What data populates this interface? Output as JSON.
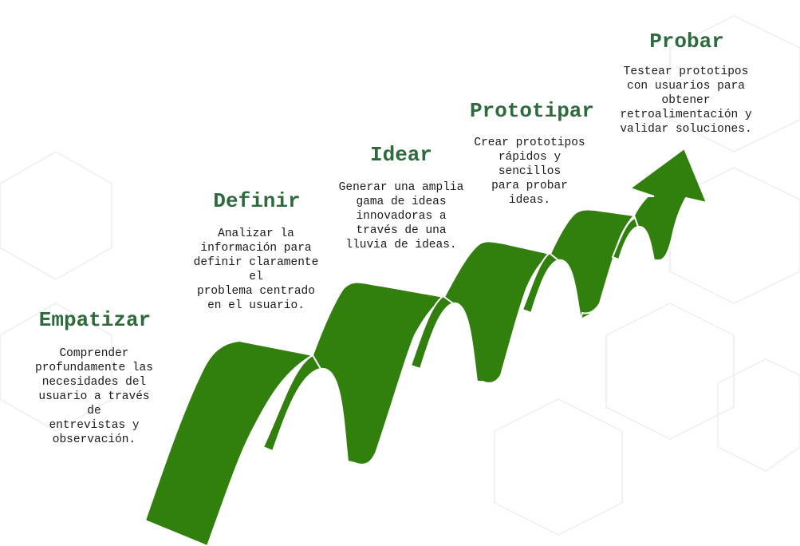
{
  "colors": {
    "title": "#2e6b3c",
    "ribbon": "#317f0d",
    "ribbon_shadow": "#235f08",
    "text": "#1a1a1a",
    "pattern": "#f1f1f1"
  },
  "steps": [
    {
      "title": "Empatizar",
      "description": "Comprender\nprofundamente las\nnecesidades del\nusuario a través\nde\nentrevistas y\nobservación."
    },
    {
      "title": "Definir",
      "description": "Analizar la\ninformación para\ndefinir claramente\nel\nproblema centrado\nen el usuario."
    },
    {
      "title": "Idear",
      "description": "Generar una amplia\ngama de ideas\ninnovadoras a\ntravés de una\nlluvia de ideas."
    },
    {
      "title": "Prototipar",
      "description": "Crear prototipos\nrápidos y\nsencillos\npara probar\nideas."
    },
    {
      "title": "Probar",
      "description": "Testear prototipos\ncon usuarios para\nobtener\nretroalimentación y\nvalidar soluciones."
    }
  ]
}
